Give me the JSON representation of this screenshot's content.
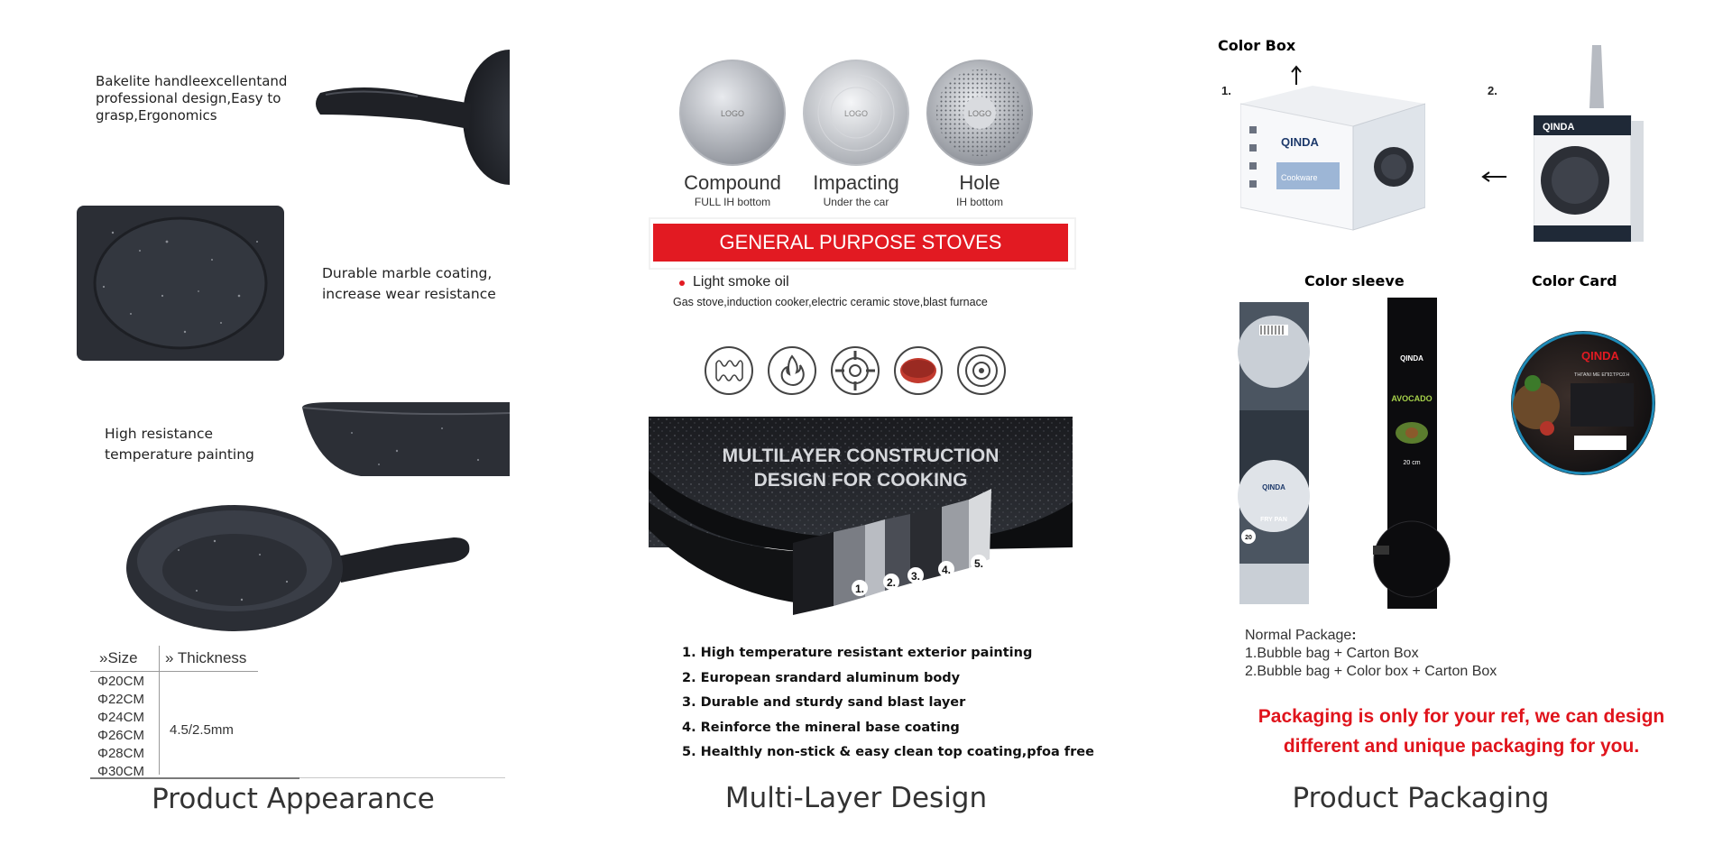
{
  "appearance": {
    "title": "Product Appearance",
    "feature_handle": [
      "Bakelite handleexcellentand",
      "professional design,Easy to",
      "grasp,Ergonomics"
    ],
    "feature_coating": [
      "Durable marble coating,",
      "increase wear resistance"
    ],
    "feature_paint": [
      "High resistance",
      "temperature painting"
    ],
    "table": {
      "size_header": "Size",
      "thickness_header": "Thickness",
      "marker": "»",
      "sizes": [
        "Φ20CM",
        "Φ22CM",
        "Φ24CM",
        "Φ26CM",
        "Φ28CM",
        "Φ30CM"
      ],
      "thickness": "4.5/2.5mm"
    }
  },
  "multilayer": {
    "title": "Multi-Layer Design",
    "bottoms": [
      {
        "label": "Compound",
        "sub": "FULL IH bottom",
        "logo": "LOGO"
      },
      {
        "label": "Impacting",
        "sub": "Under the car",
        "logo": "LOGO"
      },
      {
        "label": "Hole",
        "sub": "IH bottom",
        "logo": "LOGO"
      }
    ],
    "banner": "GENERAL PURPOSE STOVES",
    "smoke": "Light smoke oil",
    "stoves": "Gas stove,induction cooker,electric ceramic stove,blast furnace",
    "stove_icons": [
      "induction-coil-icon",
      "gas-flame-icon",
      "gas-burner-icon",
      "electric-plate-icon",
      "ceramic-hob-icon"
    ],
    "construction_title": [
      "MULTILAYER CONSTRUCTION",
      "DESIGN FOR COOKING"
    ],
    "layer_numbers": [
      "1.",
      "2.",
      "3.",
      "4.",
      "5."
    ],
    "layers": [
      "1. High temperature resistant exterior painting",
      "2. European srandard aluminum body",
      "3. Durable and sturdy sand blast layer",
      "4. Reinforce the mineral base coating",
      "5. Healthly non-stick & easy clean top coating,pfoa free"
    ]
  },
  "packaging": {
    "title": "Product Packaging",
    "color_box": "Color Box",
    "color_sleeve": "Color sleeve",
    "color_card": "Color Card",
    "step1": "1.",
    "step2": "2.",
    "brand": "QINDA",
    "box_side_text": "Cookware",
    "sleeve_text_1": "FRY PAN",
    "sleeve_text_2": "AVOCADO",
    "sleeve_size_1": "20",
    "sleeve_size_2": "20 cm",
    "card_text": "ΤΗΓΑΝΙ ΜΕ ΕΠΙΣΤΡΩΣΗ",
    "normal_title": "Normal Package",
    "normal_colon": ":",
    "normal_1": "1.Bubble bag + Carton Box",
    "normal_2": "2.Bubble bag + Color box + Carton Box",
    "note_1": "Packaging is only for your ref, we can design",
    "note_2": "different and unique packaging for you."
  },
  "colors": {
    "red": "#e21a22",
    "dark_pan": "#2a2d33",
    "text": "#333333"
  }
}
